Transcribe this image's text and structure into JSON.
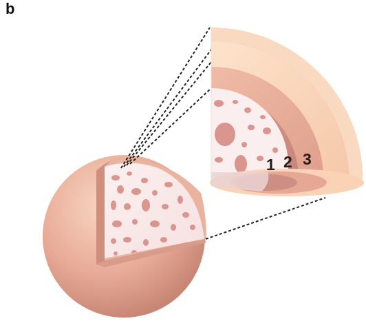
{
  "panel_label": "b",
  "layer_labels": [
    "1",
    "2",
    "3"
  ],
  "colors": {
    "sphere_light": "#f6cdb8",
    "sphere_mid": "#e7a996",
    "sphere_dark": "#bf7d6c",
    "core_background": "#fbeaea",
    "pores": "#d99a93",
    "layer_1": "#c88b84",
    "layer_2": "#e4ab98",
    "layer_3": "#fbd4b6",
    "dashed_lines": "#222222"
  }
}
